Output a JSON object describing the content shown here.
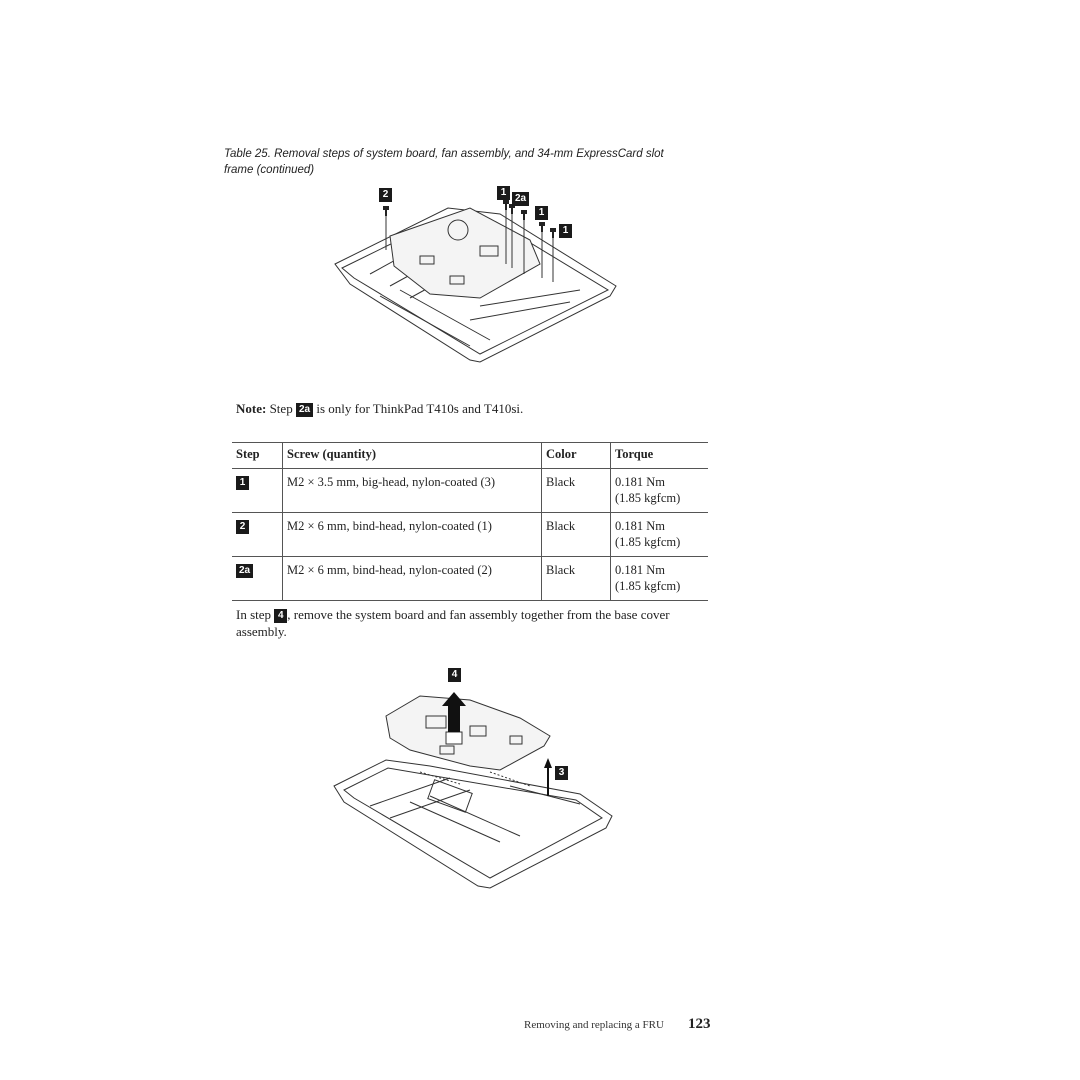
{
  "caption": "Table 25. Removal steps of system board, fan assembly, and 34-mm ExpressCard slot frame (continued)",
  "figure1": {
    "callouts": [
      "2",
      "1",
      "2a",
      "1",
      "1"
    ]
  },
  "note": {
    "label": "Note:",
    "text_before": "Step",
    "step": "2a",
    "text_after": "is only for ThinkPad T410s and T410si."
  },
  "table": {
    "headers": [
      "Step",
      "Screw (quantity)",
      "Color",
      "Torque"
    ],
    "rows": [
      {
        "step": "1",
        "screw": "M2 × 3.5 mm, big-head, nylon-coated (3)",
        "color": "Black",
        "torque1": "0.181 Nm",
        "torque2": "(1.85 kgfcm)"
      },
      {
        "step": "2",
        "screw": "M2 × 6 mm, bind-head, nylon-coated (1)",
        "color": "Black",
        "torque1": "0.181 Nm",
        "torque2": "(1.85 kgfcm)"
      },
      {
        "step": "2a",
        "screw": "M2 × 6 mm, bind-head, nylon-coated (2)",
        "color": "Black",
        "torque1": "0.181 Nm",
        "torque2": "(1.85 kgfcm)"
      }
    ]
  },
  "paragraph": {
    "before": "In step",
    "step": "4",
    "after": ", remove the system board and fan assembly together from the base cover assembly."
  },
  "figure2": {
    "callouts": [
      "4",
      "3"
    ]
  },
  "footer": {
    "section": "Removing and replacing a FRU",
    "page": "123"
  }
}
